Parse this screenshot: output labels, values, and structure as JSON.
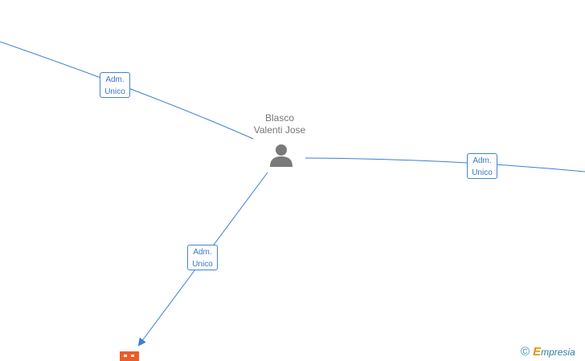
{
  "person": {
    "name_line1": "Blasco",
    "name_line2": "Valenti Jose",
    "icon": "person-icon"
  },
  "company": {
    "icon": "building-icon",
    "color": "#f05a28"
  },
  "edges": [
    {
      "id": "left-upper",
      "label_line1": "Adm.",
      "label_line2": "Unico"
    },
    {
      "id": "right",
      "label_line1": "Adm.",
      "label_line2": "Unico"
    },
    {
      "id": "lower-left",
      "label_line1": "Adm.",
      "label_line2": "Unico"
    }
  ],
  "colors": {
    "edge": "#3a7fd5",
    "label_border": "#3f84d6",
    "label_text": "#3a76c4",
    "node_icon": "#7a7a7a"
  },
  "watermark": {
    "copyright": "©",
    "brand_initial": "E",
    "brand_rest": "mpresia"
  }
}
